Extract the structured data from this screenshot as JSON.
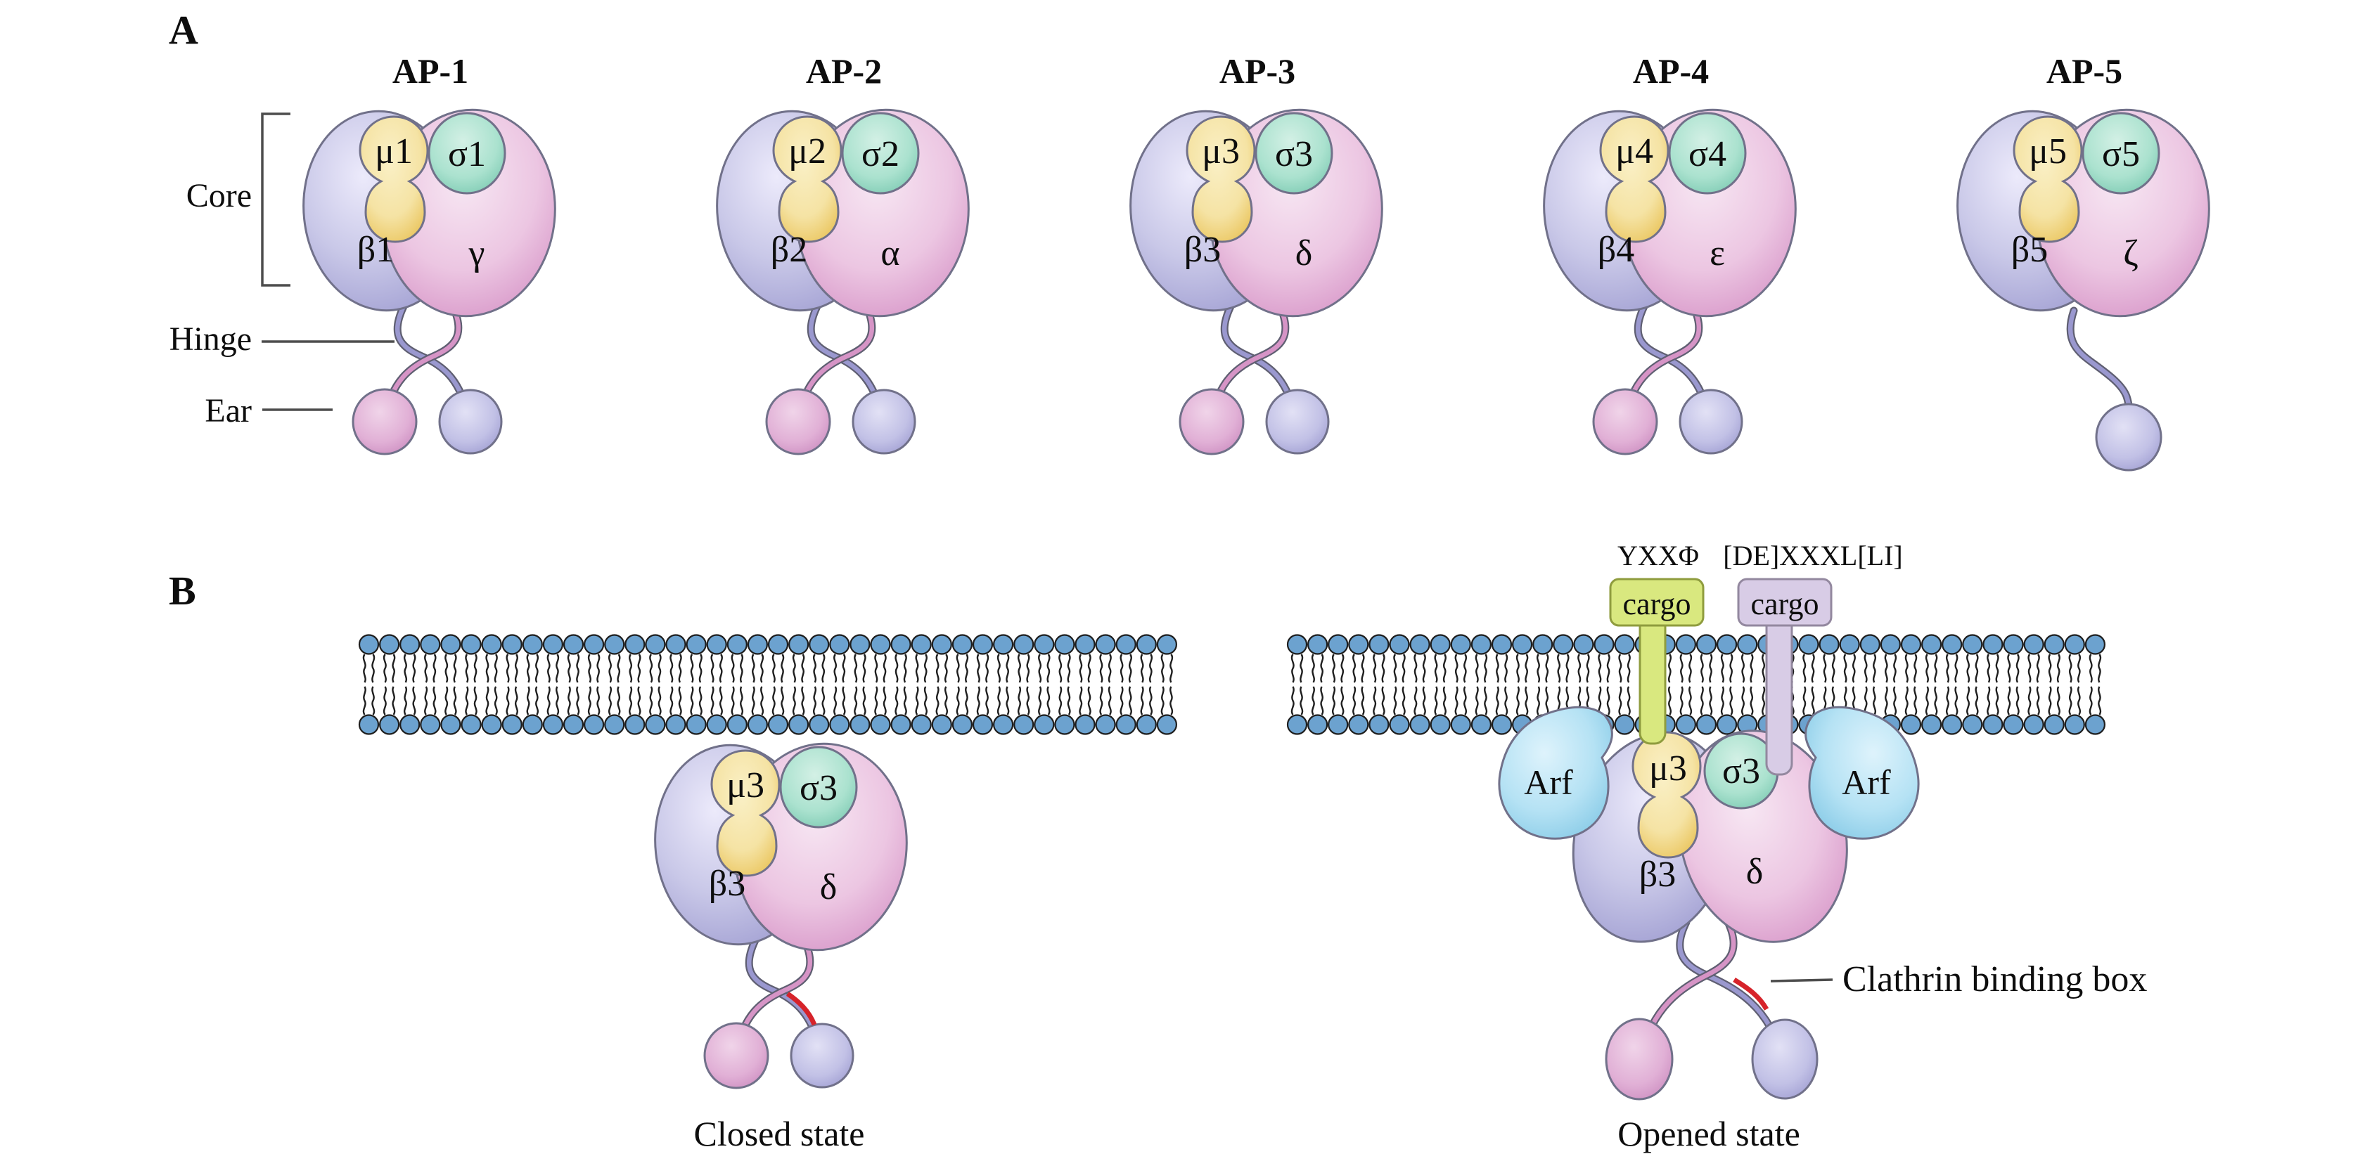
{
  "colors": {
    "membrane-head": "#6ca2cf",
    "hinge-purple": "#9a98cf",
    "hinge-pink": "#d694c6",
    "clathrin-red": "#d6232a",
    "cargo-green": "#d9e87f",
    "cargo-green-border": "#8f9c3e",
    "cargo-purple": "#d8cce6",
    "cargo-purple-border": "#93889f",
    "blob-outline": "#71718a",
    "beta-purple": "#abaad8",
    "large-pink": "#d893c7",
    "mu-yellow": "#ecc75e",
    "sigma-teal": "#7fccb4",
    "arf-blue": "#84c9e6"
  },
  "panelA": {
    "label": "A",
    "side_labels": {
      "core": "Core",
      "hinge": "Hinge",
      "ear": "Ear"
    },
    "complexes": [
      {
        "title": "AP-1",
        "mu": "μ1",
        "sigma": "σ1",
        "beta": "β1",
        "large": "γ"
      },
      {
        "title": "AP-2",
        "mu": "μ2",
        "sigma": "σ2",
        "beta": "β2",
        "large": "α"
      },
      {
        "title": "AP-3",
        "mu": "μ3",
        "sigma": "σ3",
        "beta": "β3",
        "large": "δ"
      },
      {
        "title": "AP-4",
        "mu": "μ4",
        "sigma": "σ4",
        "beta": "β4",
        "large": "ε"
      },
      {
        "title": "AP-5",
        "mu": "μ5",
        "sigma": "σ5",
        "beta": "β5",
        "large": "ζ"
      }
    ]
  },
  "panelB": {
    "label": "B",
    "closed": {
      "mu": "μ3",
      "sigma": "σ3",
      "beta": "β3",
      "large": "δ",
      "caption": "Closed state"
    },
    "opened": {
      "mu": "μ3",
      "sigma": "σ3",
      "beta": "β3",
      "large": "δ",
      "caption": "Opened state",
      "arf_left": "Arf",
      "arf_right": "Arf",
      "cargo_left": {
        "motif": "YXXΦ",
        "label": "cargo"
      },
      "cargo_right": {
        "motif": "[DE]XXXL[LI]",
        "label": "cargo"
      },
      "clathrin_label": "Clathrin binding box"
    }
  }
}
